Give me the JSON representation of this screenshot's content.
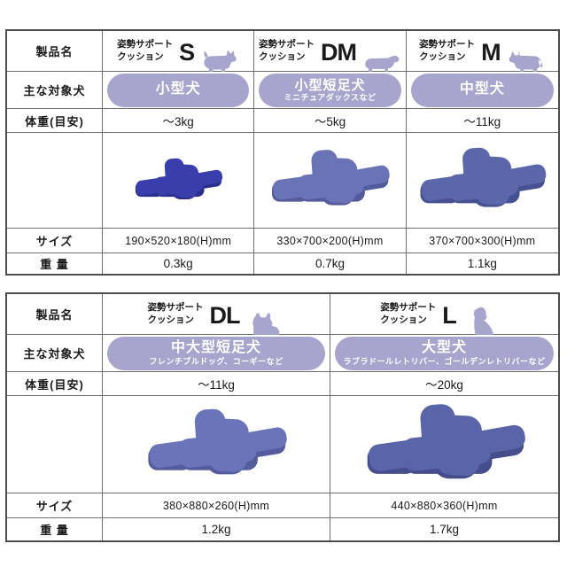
{
  "colors": {
    "accent": "#a7a4ce",
    "pill_text": "#ffffff",
    "table_border": "#4c4c4c"
  },
  "tables": [
    {
      "labels": {
        "product_name": "製品名",
        "target_dog": "主な対象犬",
        "weight_guide": "体重(目安)",
        "size": "サイズ",
        "weight": "重 量"
      },
      "products": [
        {
          "series_line1": "姿勢サポート",
          "series_line2": "クッション",
          "model": "S",
          "dog_icon": "chihuahua-icon",
          "target_main": "小型犬",
          "target_sub": "",
          "weight_guide": "～3kg",
          "size": "190×520×180(H)mm",
          "weight": "0.3kg",
          "cushion_color": "#3a3ead",
          "cushion_shade": "#2b2e8d"
        },
        {
          "series_line1": "姿勢サポート",
          "series_line2": "クッション",
          "model": "DM",
          "dog_icon": "dachshund-icon",
          "target_main": "小型短足犬",
          "target_sub": "ミニチュアダックスなど",
          "weight_guide": "～5kg",
          "size": "330×700×200(H)mm",
          "weight": "0.7kg",
          "cushion_color": "#6b73b7",
          "cushion_shade": "#535b9c"
        },
        {
          "series_line1": "姿勢サポート",
          "series_line2": "クッション",
          "model": "M",
          "dog_icon": "corgi-icon",
          "target_main": "中型犬",
          "target_sub": "",
          "weight_guide": "～11kg",
          "size": "370×700×300(H)mm",
          "weight": "1.1kg",
          "cushion_color": "#5c66ab",
          "cushion_shade": "#475090"
        }
      ]
    },
    {
      "labels": {
        "product_name": "製品名",
        "target_dog": "主な対象犬",
        "weight_guide": "体重(目安)",
        "size": "サイズ",
        "weight": "重 量"
      },
      "products": [
        {
          "series_line1": "姿勢サポート",
          "series_line2": "クッション",
          "model": "DL",
          "dog_icon": "french-bulldog-icon",
          "target_main": "中大型短足犬",
          "target_sub": "フレンチブルドッグ、コーギーなど",
          "weight_guide": "～11kg",
          "size": "380×880×260(H)mm",
          "weight": "1.2kg",
          "cushion_color": "#6b74b8",
          "cushion_shade": "#545c9e"
        },
        {
          "series_line1": "姿勢サポート",
          "series_line2": "クッション",
          "model": "L",
          "dog_icon": "labrador-icon",
          "target_main": "大型犬",
          "target_sub": "ラブラドールレトリバー、ゴールデンレトリバーなど",
          "weight_guide": "～20kg",
          "size": "440×880×360(H)mm",
          "weight": "1.7kg",
          "cushion_color": "#5a64a8",
          "cushion_shade": "#454e8a"
        }
      ]
    }
  ]
}
